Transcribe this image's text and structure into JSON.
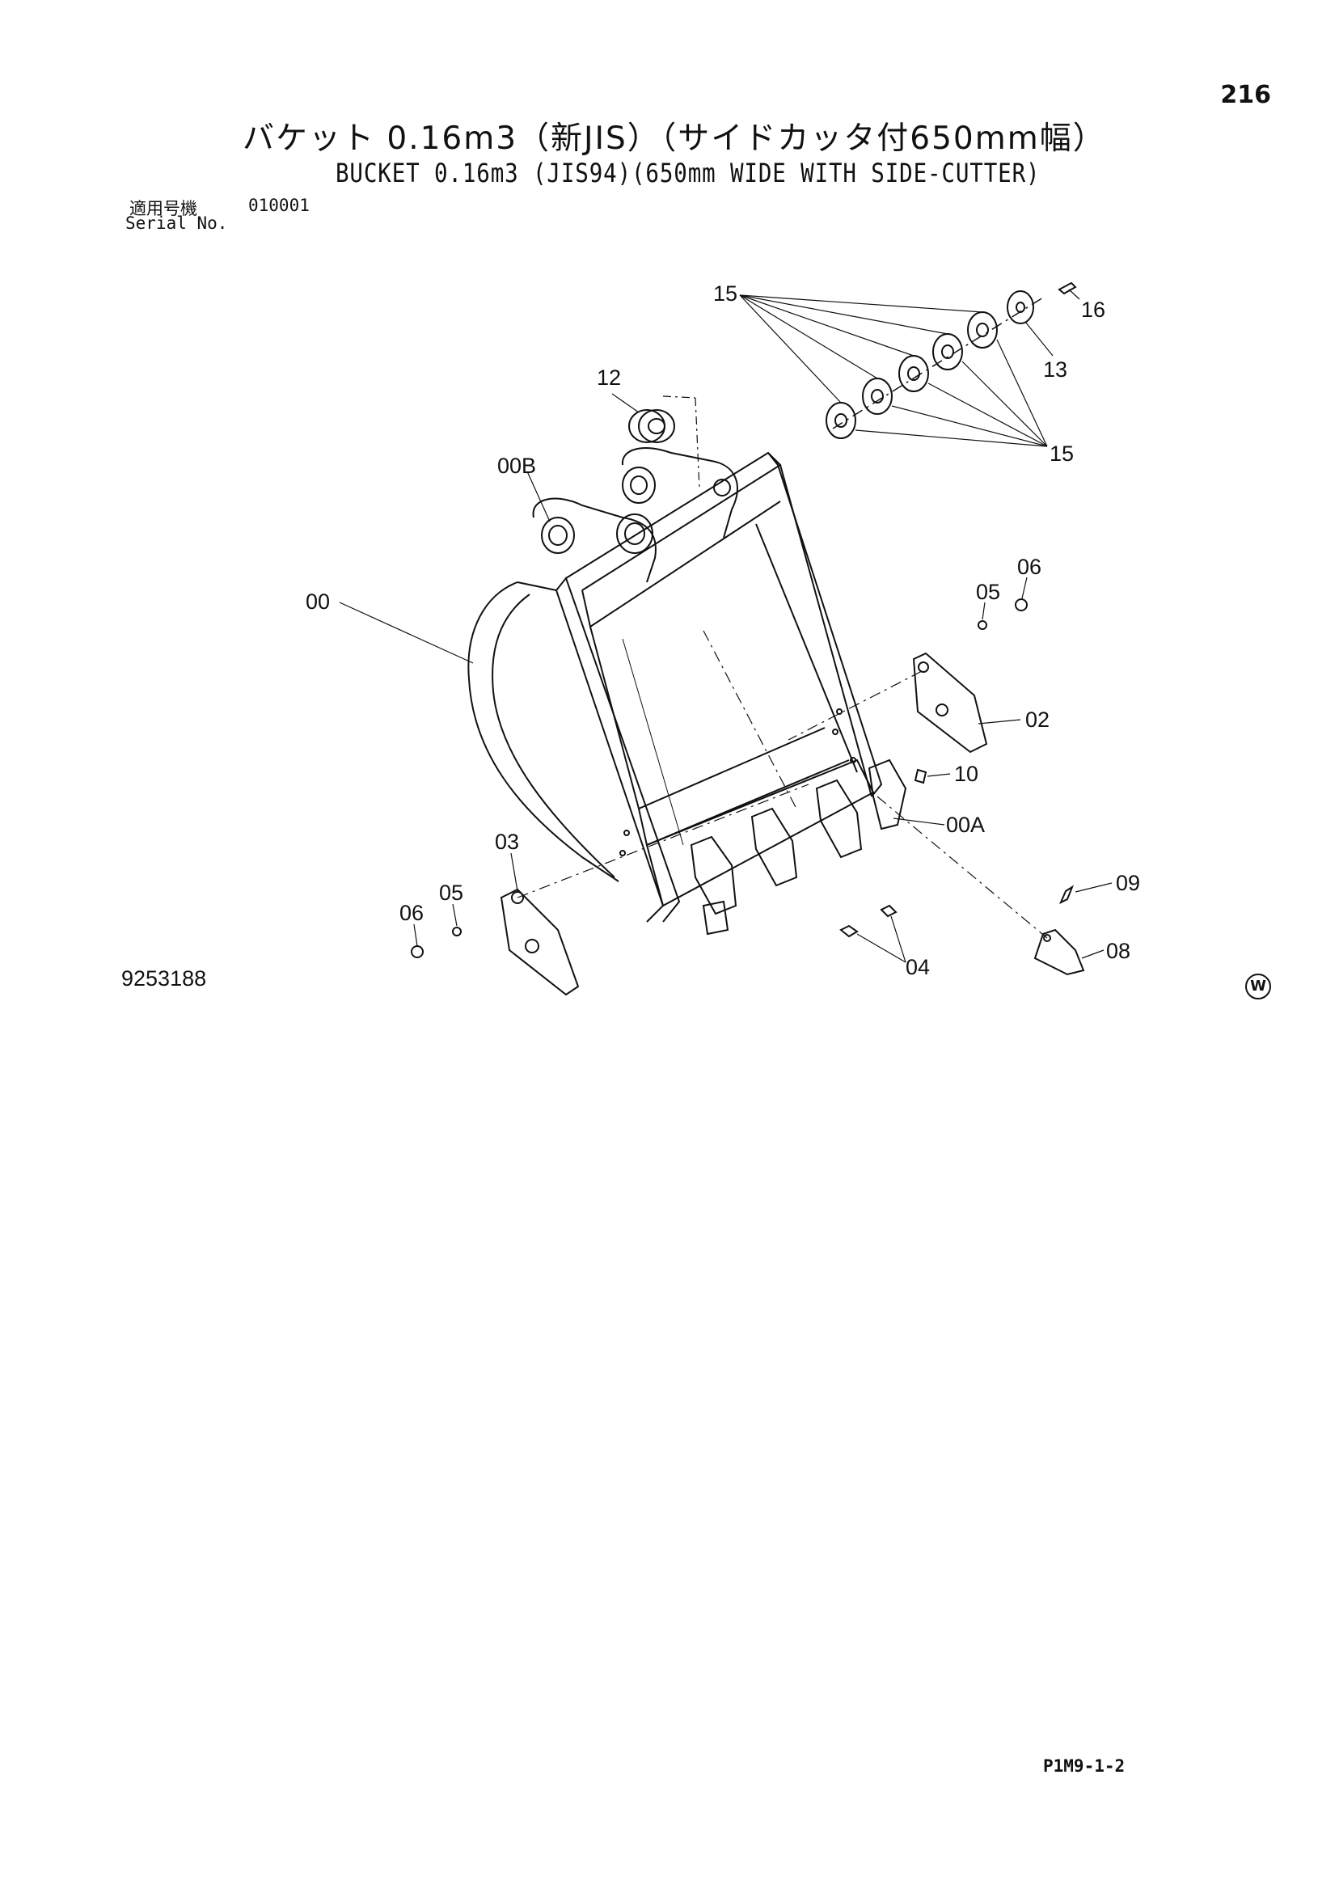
{
  "header": {
    "page_number": "216",
    "title_ja": "バケット 0.16m3（新JIS）（サイドカッタ付650mm幅）",
    "title_en": "BUCKET 0.16m3 (JIS94)(650mm WIDE WITH SIDE-CUTTER)",
    "serial_label_ja": "適用号機",
    "serial_value": "010001",
    "serial_label_en": "Serial No."
  },
  "diagram": {
    "figure_number": "9253188",
    "callouts": {
      "c15a": "15",
      "c16": "16",
      "c13": "13",
      "c15b": "15",
      "c12": "12",
      "c00B": "00B",
      "c00": "00",
      "c06a": "06",
      "c05a": "05",
      "c02": "02",
      "c10": "10",
      "c00A": "00A",
      "c03": "03",
      "c05b": "05",
      "c06b": "06",
      "c09": "09",
      "c08": "08",
      "c04": "04"
    }
  },
  "footer": {
    "w_mark": "W",
    "page_code": "P1M9-1-2"
  }
}
